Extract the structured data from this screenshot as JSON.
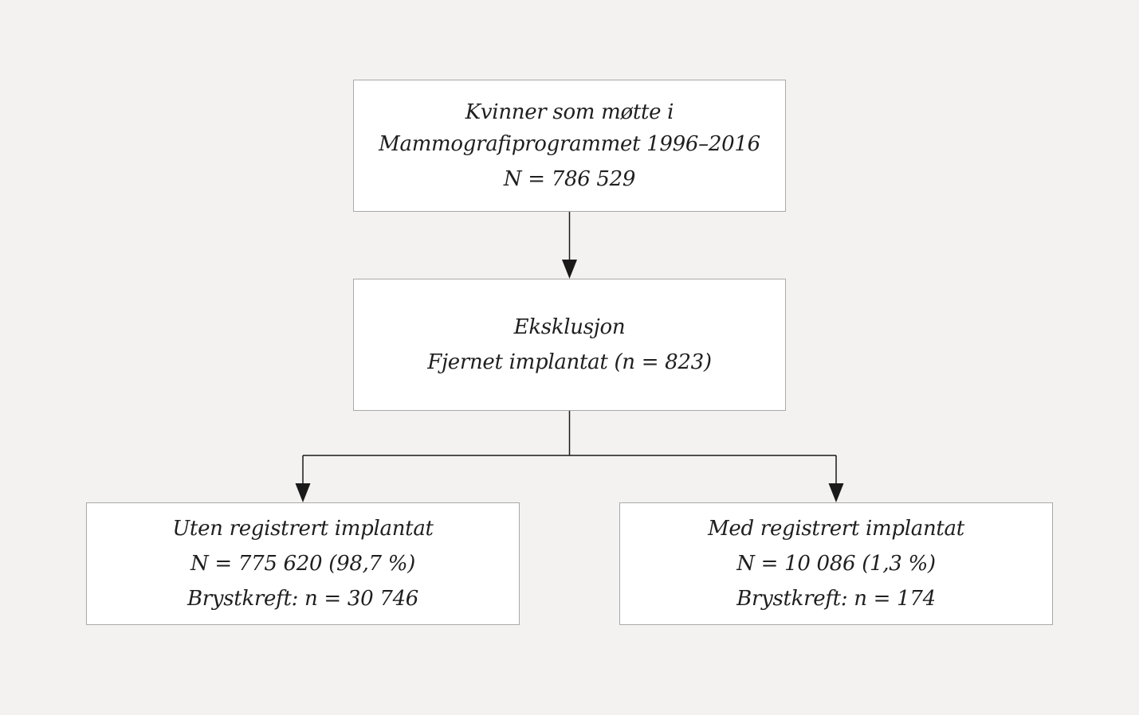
{
  "flowchart": {
    "top_box": {
      "line1": "Kvinner som møtte i",
      "line2": "Mammografiprogrammet 1996–2016",
      "line3": "N = 786 529"
    },
    "exclusion_box": {
      "line1": "Eksklusjon",
      "line2": "Fjernet implantat (n = 823)"
    },
    "left_box": {
      "line1": "Uten registrert implantat",
      "line2": "N = 775 620 (98,7 %)",
      "line3": "Brystkreft: n = 30 746"
    },
    "right_box": {
      "line1": "Med registrert implantat",
      "line2": "N = 10 086 (1,3 %)",
      "line3": "Brystkreft: n = 174"
    }
  },
  "colors": {
    "background": "#f3f2f0",
    "box_fill": "#ffffff",
    "box_border": "#a9a9a9",
    "connector": "#1a1a1a",
    "text": "#1f1f1f"
  }
}
